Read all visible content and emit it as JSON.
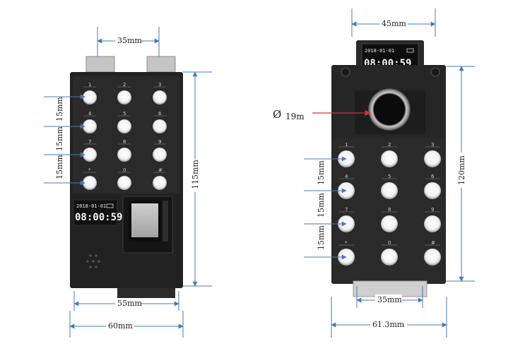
{
  "colors": {
    "dimension_line": "#4a78b8",
    "pointer_arrow": "#d9302c",
    "device_body": "#222222",
    "key_light": "#f6f6f6",
    "bracket": "#bdbdbd"
  },
  "left_device": {
    "width_top": "35mm",
    "row_spacing": [
      "15mm",
      "15mm",
      "15mm"
    ],
    "height": "115mm",
    "width_inner": "55mm",
    "width_outer": "60mm",
    "screen": {
      "date": "2018-01-01",
      "time": "08:00:59"
    },
    "keys": [
      "1",
      "2",
      "3",
      "4",
      "5",
      "6",
      "7",
      "8",
      "9",
      "*",
      "0",
      "#"
    ],
    "sensor_icon": "fingerprint-window-icon",
    "speaker_icon": "speaker-grille-icon"
  },
  "right_device": {
    "width_top": "45mm",
    "sensor_diameter": "19m",
    "diameter_symbol": "Ø",
    "height": "120mm",
    "row_spacing": [
      "15mm",
      "15mm",
      "15mm"
    ],
    "width_inner": "35mm",
    "width_outer": "61.3mm",
    "screen": {
      "date": "2018-01-01",
      "time": "08:00:59"
    },
    "keys": [
      "1",
      "2",
      "3",
      "4",
      "5",
      "6",
      "7",
      "8",
      "9",
      "*",
      "0",
      "#"
    ],
    "sensor_icon": "round-fingerprint-sensor-icon"
  }
}
